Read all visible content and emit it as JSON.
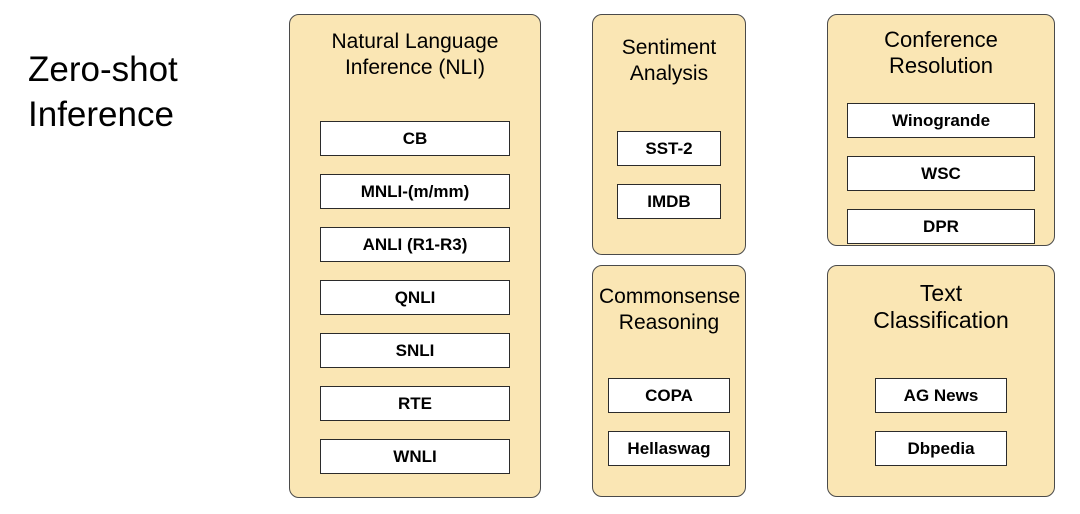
{
  "heading": {
    "text": "Zero-shot Inference"
  },
  "colors": {
    "panel_bg": "#FAE6B4",
    "panel_border": "#4A4A4A",
    "box_bg": "#FFFFFF",
    "box_border": "#2B2B2B",
    "text": "#000000"
  },
  "panels": [
    {
      "id": "nli",
      "title": "Natural Language Inference (NLI)",
      "datasets": [
        "CB",
        "MNLI-(m/mm)",
        "ANLI (R1-R3)",
        "QNLI",
        "SNLI",
        "RTE",
        "WNLI"
      ]
    },
    {
      "id": "sentiment",
      "title": "Sentiment Analysis",
      "datasets": [
        "SST-2",
        "IMDB"
      ]
    },
    {
      "id": "coreference",
      "title": "Conference Resolution",
      "datasets": [
        "Winogrande",
        "WSC",
        "DPR"
      ]
    },
    {
      "id": "commonsense",
      "title": "Commonsense Reasoning",
      "datasets": [
        "COPA",
        "Hellaswag"
      ]
    },
    {
      "id": "text-classification",
      "title": "Text Classification",
      "datasets": [
        "AG News",
        "Dbpedia"
      ]
    }
  ]
}
